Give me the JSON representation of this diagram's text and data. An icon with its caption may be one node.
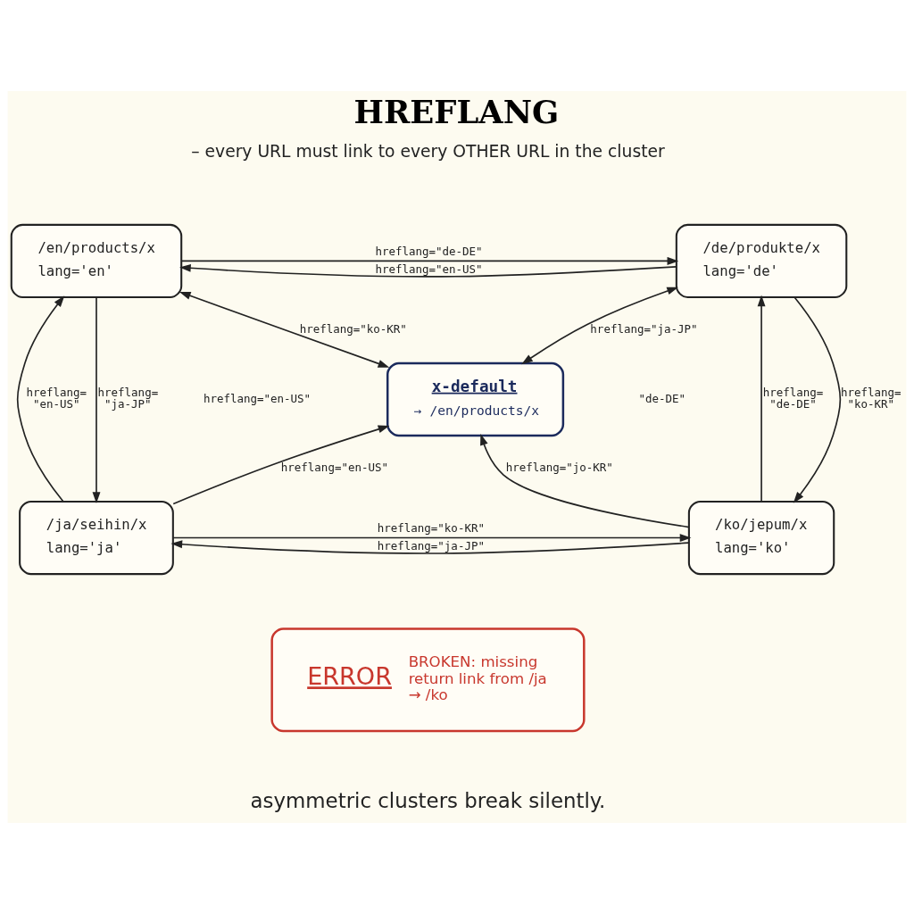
{
  "diagram": {
    "title": "HREFLANG",
    "caption": "asymmetric clusters break silently.",
    "nodes": [
      {
        "text": [
          "/en/products/x",
          "lang='en'"
        ]
      },
      {
        "text": [
          "/de/produkte/x",
          "lang='de'"
        ]
      },
      {
        "text": [
          "x-default",
          "→ /en/products/x"
        ]
      },
      {
        "text": [
          "/ja/seihin/x",
          "lang='ja'"
        ]
      },
      {
        "text": [
          "/ko/jepum/x",
          "lang='ko'"
        ]
      },
      {
        "text": [
          "ERROR",
          "BROKEN: missing return link from /ja → /ko"
        ]
      }
    ],
    "edges": [
      {
        "from": 0,
        "to": 1,
        "arrow": "to",
        "label": "hreflang=\"de-DE\""
      },
      {
        "from": 1,
        "to": 0,
        "arrow": "to",
        "label": "hreflang=\"en-US\""
      },
      {
        "from": 0,
        "to": 2,
        "arrow": "both",
        "label": "hreflang=\"ko-KR\""
      },
      {
        "from": 1,
        "to": 2,
        "arrow": "both",
        "label": "hreflang=\"ja-JP\""
      },
      {
        "from": 0,
        "to": 3,
        "arrow": "to",
        "label": "hreflang= \"ja-JP\""
      },
      {
        "from": 3,
        "to": 0,
        "arrow": "to",
        "label": "hreflang= \"en-US\""
      },
      {
        "from": 4,
        "to": 1,
        "arrow": "to",
        "label": "hreflang= \"de-DE\""
      },
      {
        "from": 1,
        "to": 4,
        "arrow": "to",
        "label": "hreflang= \"ko-KR\""
      },
      {
        "from": 3,
        "to": 2,
        "arrow": "to",
        "label": "hreflang=\"en-US\""
      },
      {
        "from": 4,
        "to": 2,
        "arrow": "to",
        "label": "hreflang=\"jo-KR\""
      },
      {
        "from": 3,
        "to": 4,
        "arrow": "to",
        "label": "hreflang=\"ko-KR\""
      },
      {
        "from": 4,
        "to": 3,
        "arrow": "to",
        "label": "hreflang=\"ja-JP\""
      }
    ],
    "labels": [
      "– every URL must link to every OTHER URL in the cluster",
      "hreflang=\"en-US\"",
      "\"de-DE\""
    ]
  }
}
